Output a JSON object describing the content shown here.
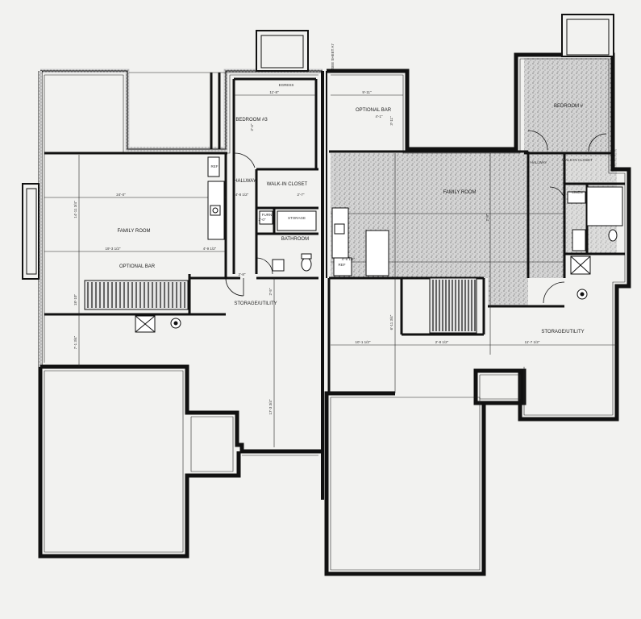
{
  "colors": {
    "paper": "#f2f2f0",
    "wall_fill": "#d9d9d9",
    "ink": "#111111",
    "stipple_fill": "#c9c9c9"
  },
  "rooms": {
    "bedroom3": "BEDROOM\n#3",
    "egress": "EGRESS",
    "optional_bar_top": "OPTIONAL\nBAR",
    "bedroom_right": "BEDROOM\n#",
    "hallway": "HALLWAY",
    "walk_in_closet": "WALK-IN\nCLOSET",
    "family_room_left": "FAMILY\nROOM",
    "family_room_right": "FAMILY\nROOM",
    "optional_bar_left": "OPTIONAL\nBAR",
    "bathroom": "BATHROOM",
    "furn": "FURN",
    "storage_left": "STORAGE/UTILITY",
    "storage_right": "STORAGE/UTILITY",
    "ref_left": "REF",
    "ref_right": "REF",
    "hallway_right": "HALLWAY",
    "walk_in_closet_right": "WALK-IN\nCLOSET",
    "linen": "LINEN",
    "storage_shelves": "STORAGE"
  },
  "dimensions": {
    "d1": "11'-8\"",
    "d2": "9'-11\"",
    "d3": "2'-4\"",
    "d4": "3'-11\"",
    "d5": "24'-0\"",
    "d6": "19'-3 1/2\"",
    "d7": "4'-8 1/2\"",
    "d8": "4'-9 1/2\"",
    "d9": "2'-8\"",
    "d10": "2'-7\"",
    "d11": "2'-8\"",
    "d12": "10'-1 1/2\"",
    "d13": "2'-8 1/2\"",
    "d14": "11'-7 1/2\"",
    "d15": "14'-11 3/4\"",
    "d16": "18'-10\"",
    "d17": "7'-1 3/4\"",
    "d18": "17'-3 3/4\"",
    "d19": "2'-5\"",
    "d20": "6'-11 3/4\"",
    "d21": "4'-8 1/2\"",
    "d22": "2'-0\"",
    "d23": "4'-1\""
  },
  "notes": {
    "party_wall": "SEE SHEET A7"
  }
}
